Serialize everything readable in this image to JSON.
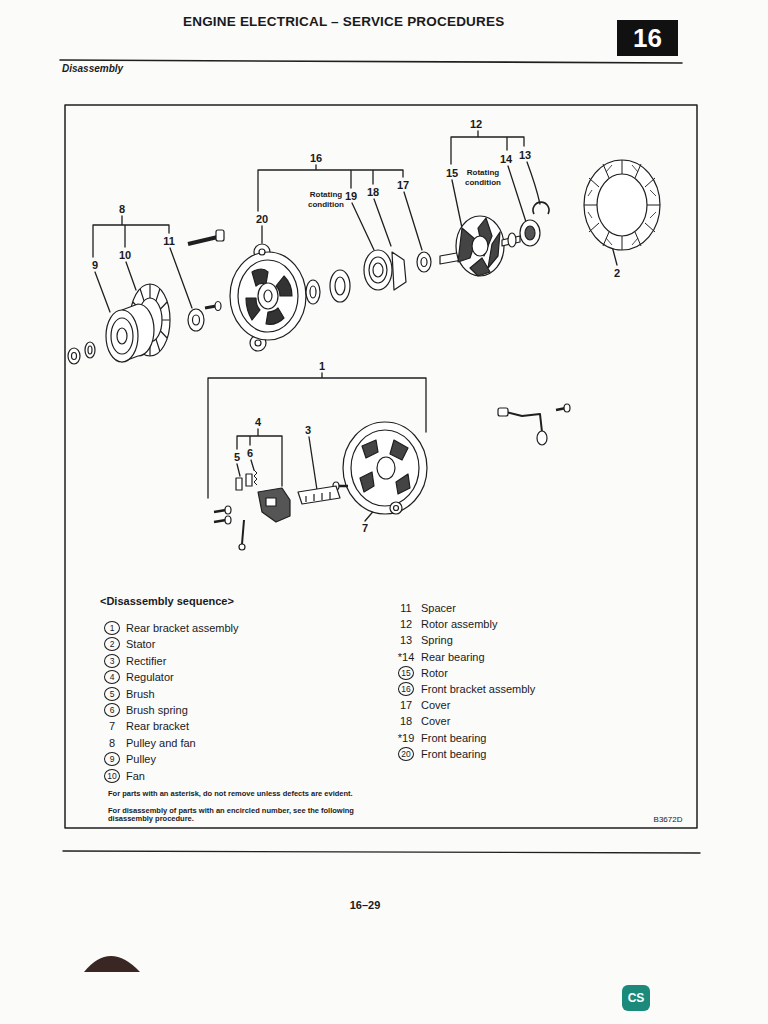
{
  "diagram": {
    "title": "ENGINE ELECTRICAL – SERVICE PROCEDURES",
    "nodes": [
      {
        "text": [
          "16"
        ]
      },
      {
        "text": [
          "CS"
        ]
      }
    ],
    "labels": [
      "Disassembly",
      "12",
      "16",
      "14",
      "13",
      "15",
      "Rotating condition",
      "Rotating condition",
      "19",
      "18",
      "17",
      "8",
      "20",
      "11",
      "9",
      "10",
      "2",
      "1",
      "4",
      "3",
      "5",
      "6",
      "7",
      "<Disassembly sequence>",
      "1",
      "Rear bracket assembly",
      "2",
      "Stator",
      "3",
      "Rectifier",
      "4",
      "Regulator",
      "5",
      "Brush",
      "6",
      "Brush spring",
      "7",
      "Rear bracket",
      "8",
      "Pulley and fan",
      "9",
      "Pulley",
      "10",
      "Fan",
      "11",
      "Spacer",
      "12",
      "Rotor assembly",
      "13",
      "Spring",
      "*14",
      "Rear bearing",
      "15",
      "Rotor",
      "16",
      "Front bracket assembly",
      "17",
      "Cover",
      "18",
      "Cover",
      "*19",
      "Front bearing",
      "20",
      "Front bearing",
      "For parts with an asterisk, do not remove unless defects are evident.",
      "For disassembly of parts with an encircled number, see the following disassembly procedure.",
      "B3672D",
      "16–29"
    ]
  }
}
